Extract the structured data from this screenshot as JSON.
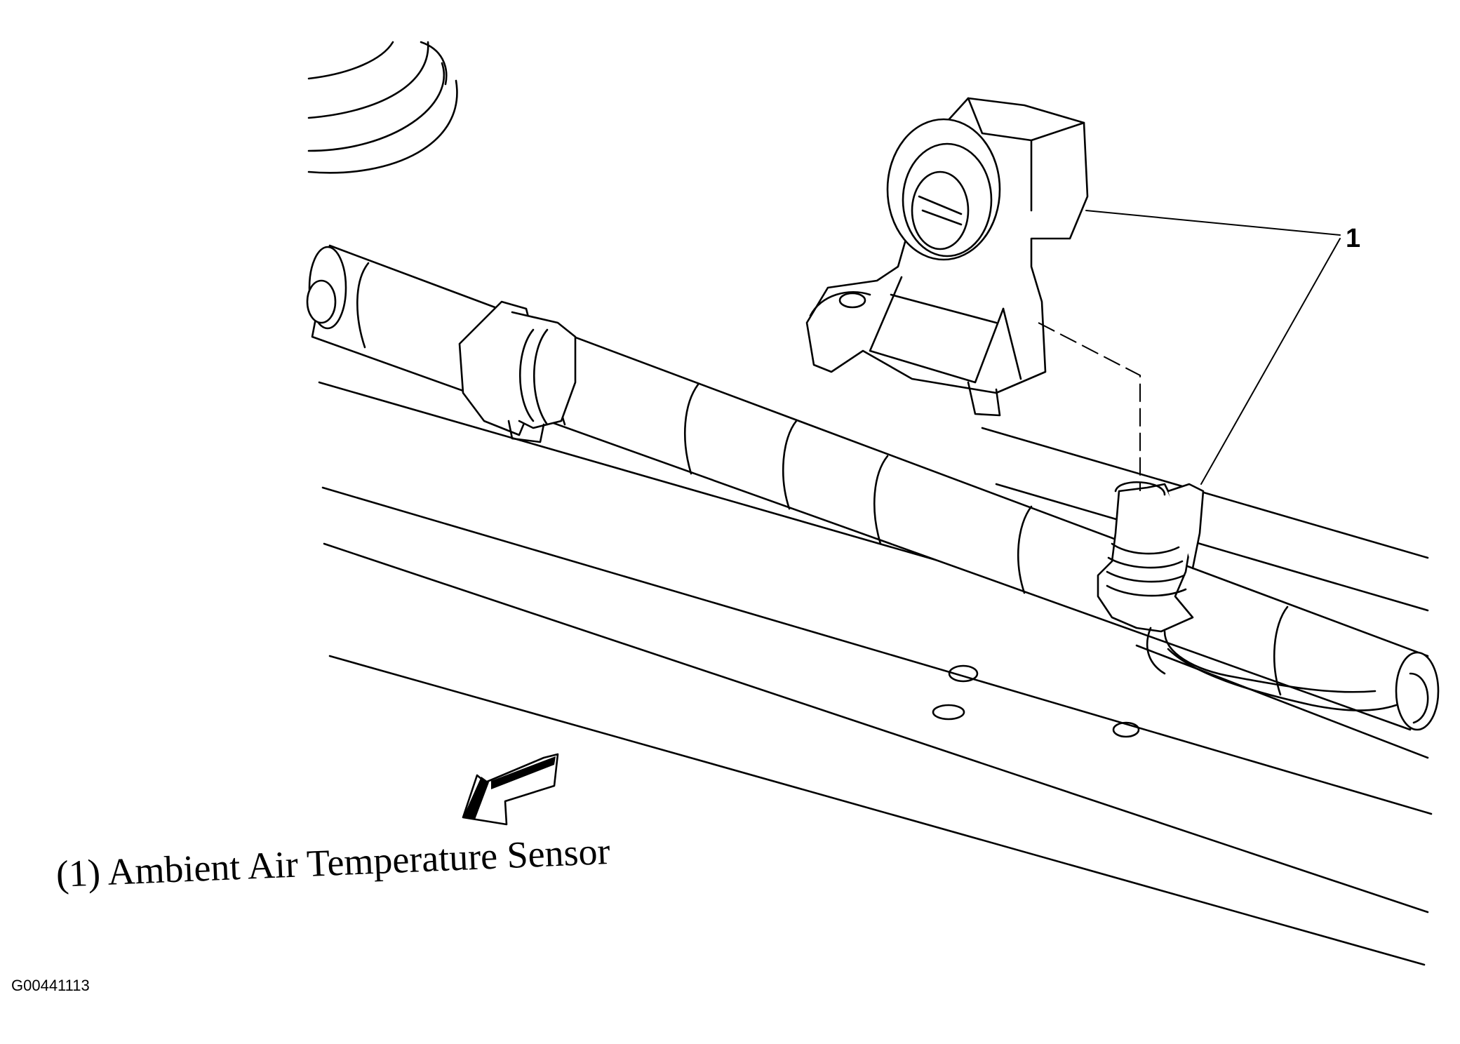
{
  "callout": {
    "number": "1"
  },
  "caption": {
    "text": "(1) Ambient Air Temperature Sensor"
  },
  "figure_id": "G00441113"
}
